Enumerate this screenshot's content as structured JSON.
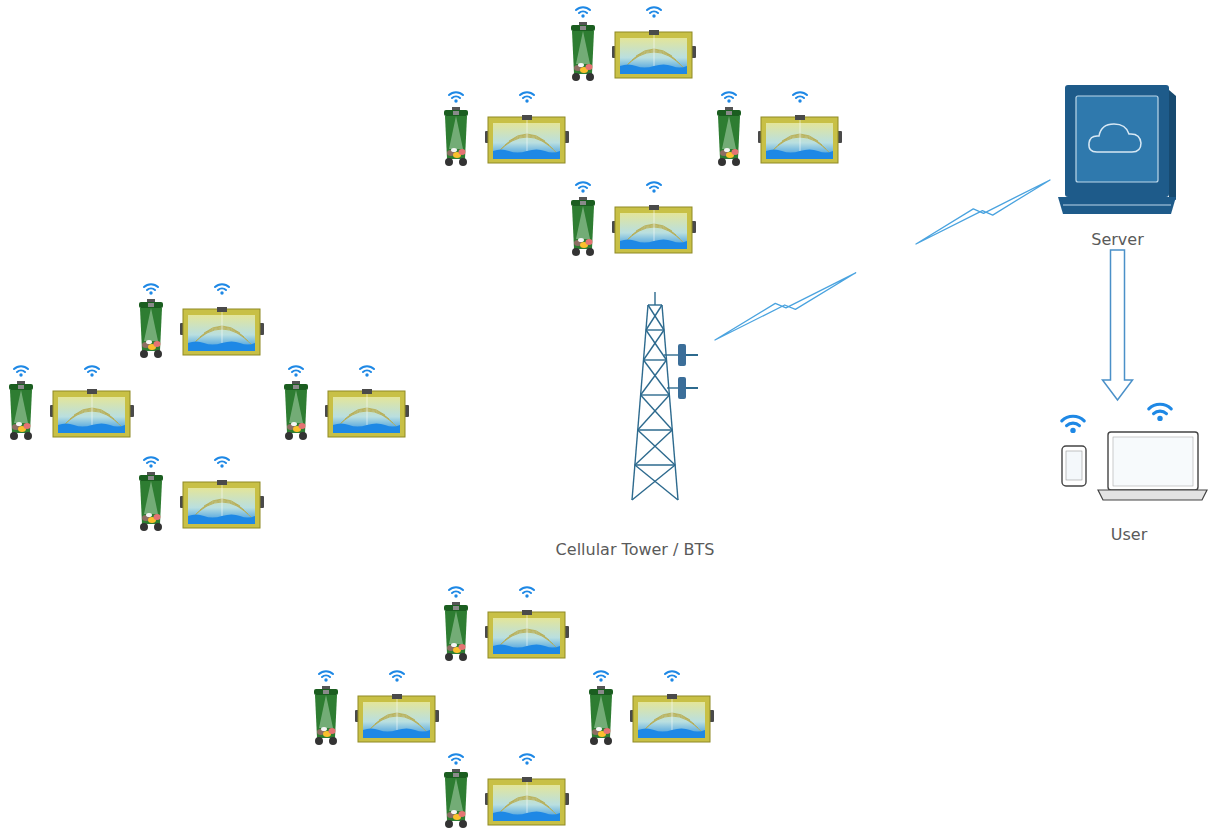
{
  "diagram": {
    "nodes": [
      {
        "text": [
          "Server"
        ]
      },
      {
        "text": [
          "Cellular Tower / BTS"
        ]
      },
      {
        "text": [
          "User"
        ]
      }
    ],
    "edges": [
      {
        "from": 1,
        "to": 0,
        "arrow": "none"
      },
      {
        "from": 0,
        "to": 2,
        "arrow": "to"
      }
    ]
  }
}
